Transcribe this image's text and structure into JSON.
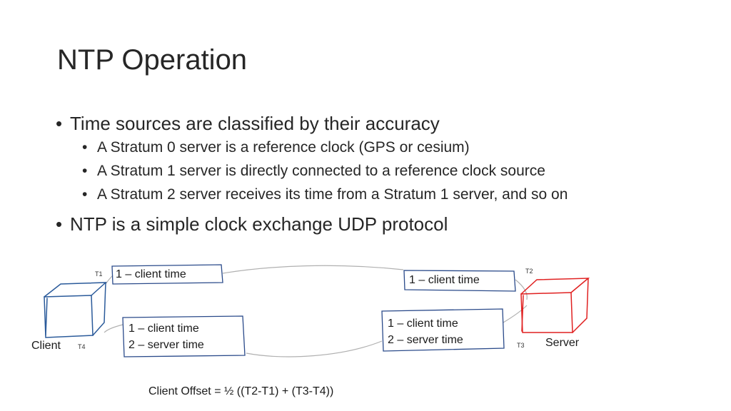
{
  "slide": {
    "title": "NTP Operation",
    "bullets": [
      {
        "text": "Time sources are classified by their accuracy",
        "sub": [
          "A Stratum 0 server is a reference clock (GPS or cesium)",
          "A Stratum 1 server is directly connected to a reference clock source",
          "A Stratum 2 server receives its time from a Stratum 1 server, and so on"
        ]
      },
      {
        "text": "NTP is a simple clock exchange UDP protocol"
      }
    ]
  },
  "diagram": {
    "client_label": "Client",
    "server_label": "Server",
    "t1": "T1",
    "t2": "T2",
    "t3": "T3",
    "t4": "T4",
    "msg_client_out": "1 – client time",
    "msg_server_in": "1 – client time",
    "msg_server_out": [
      "1 – client time",
      "2 – server time"
    ],
    "msg_client_in": [
      "1 – client time",
      "2 – server time"
    ],
    "formula": "Client Offset = ½ ((T2-T1) + (T3-T4))",
    "colors": {
      "client_cube": "#2a5a9a",
      "server_cube": "#e02020",
      "box": "#2a4a8a",
      "flow": "#b0b0b0"
    }
  }
}
